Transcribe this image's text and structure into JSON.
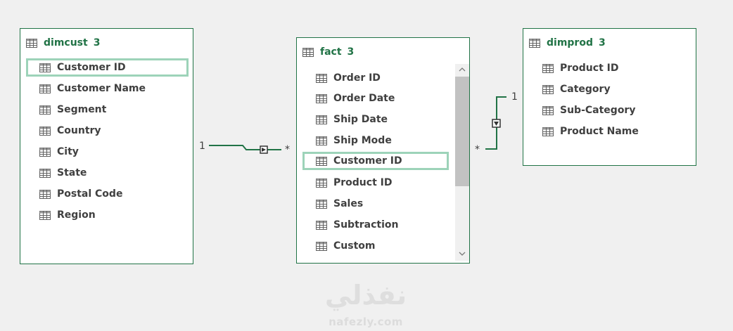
{
  "tables": {
    "dimcust": {
      "name": "dimcust",
      "count": "3",
      "fields": [
        "Customer ID",
        "Customer Name",
        "Segment",
        "Country",
        "City",
        "State",
        "Postal Code",
        "Region"
      ],
      "selected_field": "Customer ID"
    },
    "fact": {
      "name": "fact",
      "count": "3",
      "fields": [
        "Order ID",
        "Order Date",
        "Ship Date",
        "Ship Mode",
        "Customer ID",
        "Product ID",
        "Sales",
        "Subtraction",
        "Custom"
      ],
      "selected_field": "Customer ID"
    },
    "dimprod": {
      "name": "dimprod",
      "count": "3",
      "fields": [
        "Product ID",
        "Category",
        "Sub-Category",
        "Product Name"
      ]
    }
  },
  "relationships": [
    {
      "from": "dimcust",
      "to": "fact",
      "one_label": "1",
      "many_label": "*"
    },
    {
      "from": "dimprod",
      "to": "fact",
      "one_label": "1",
      "many_label": "*"
    }
  ],
  "icons": {
    "table_icon": "table-grid-icon",
    "filter_direction": "triangle-arrow-icon",
    "scroll_up": "chevron-up-icon",
    "scroll_down": "chevron-down-icon"
  },
  "colors": {
    "border": "#217346",
    "selection": "#9dd3b9",
    "text": "#404040",
    "background": "#f0f0f0"
  },
  "watermark": {
    "arabic": "نفذلي",
    "latin": "nafezly.com"
  }
}
